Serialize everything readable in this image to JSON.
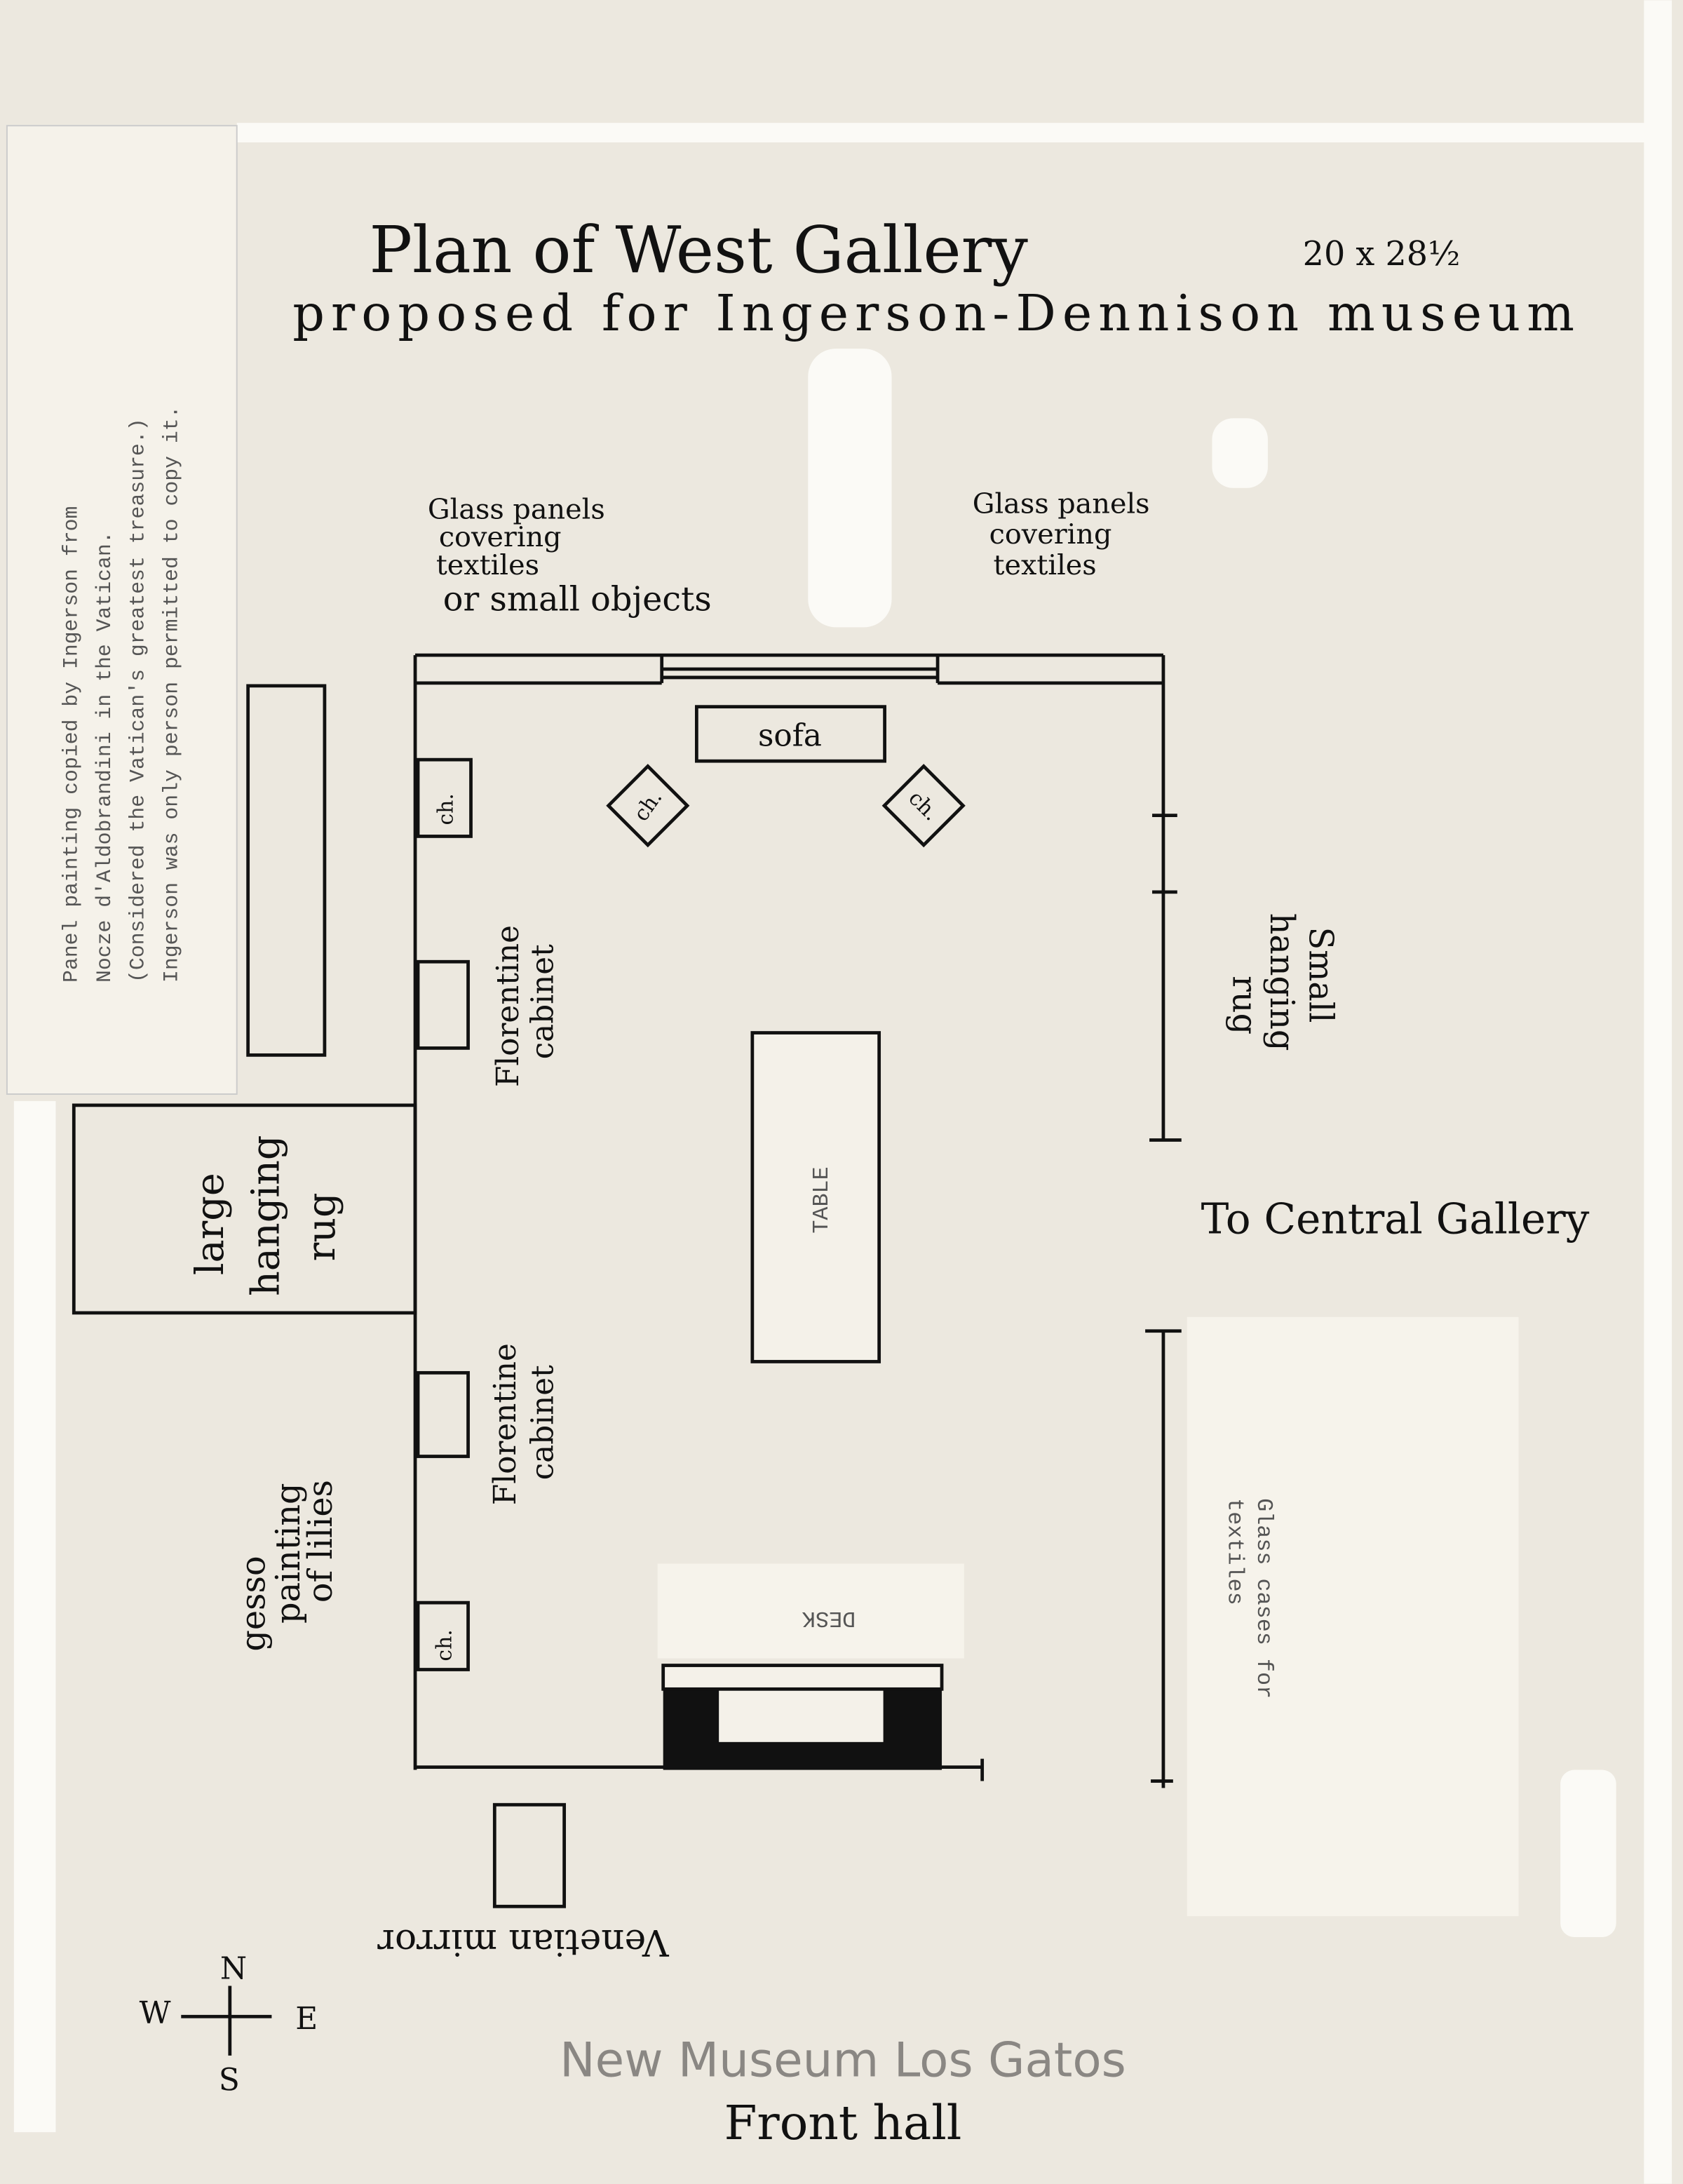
{
  "title": "Plan of West Gallery",
  "dimensions": "20 x 28½",
  "subtitle": "proposed for Ingerson-Dennison museum",
  "note_panel": {
    "lines": [
      "Panel painting copied by Ingerson from",
      "Nocze d'Aldobrandini in the Vatican.",
      "(Considered the Vatican's greatest treasure.)",
      "Ingerson was only person permitted to copy it."
    ]
  },
  "labels": {
    "glass_panels_left": [
      "Glass panels",
      "covering",
      "textiles",
      "or small objects"
    ],
    "glass_panels_right": [
      "Glass panels",
      "covering",
      "textiles"
    ],
    "sofa": "sofa",
    "chair": "ch.",
    "florentine_cabinet": [
      "Florentine",
      "cabinet"
    ],
    "table": "TABLE",
    "desk": "DESK",
    "small_hanging_rug": [
      "Small",
      "hanging",
      "rug"
    ],
    "large_hanging_rug": [
      "large",
      "hanging",
      "rug"
    ],
    "to_central_gallery": "To Central Gallery",
    "glass_cases": [
      "Glass cases for",
      "textiles"
    ],
    "gesso": [
      "gesso",
      "painting",
      "of lilies"
    ],
    "venetian_mirror": "Venetian mirror",
    "front_hall": "Front hall"
  },
  "compass": {
    "n": "N",
    "s": "S",
    "e": "E",
    "w": "W"
  },
  "watermark": "New Museum Los Gatos"
}
